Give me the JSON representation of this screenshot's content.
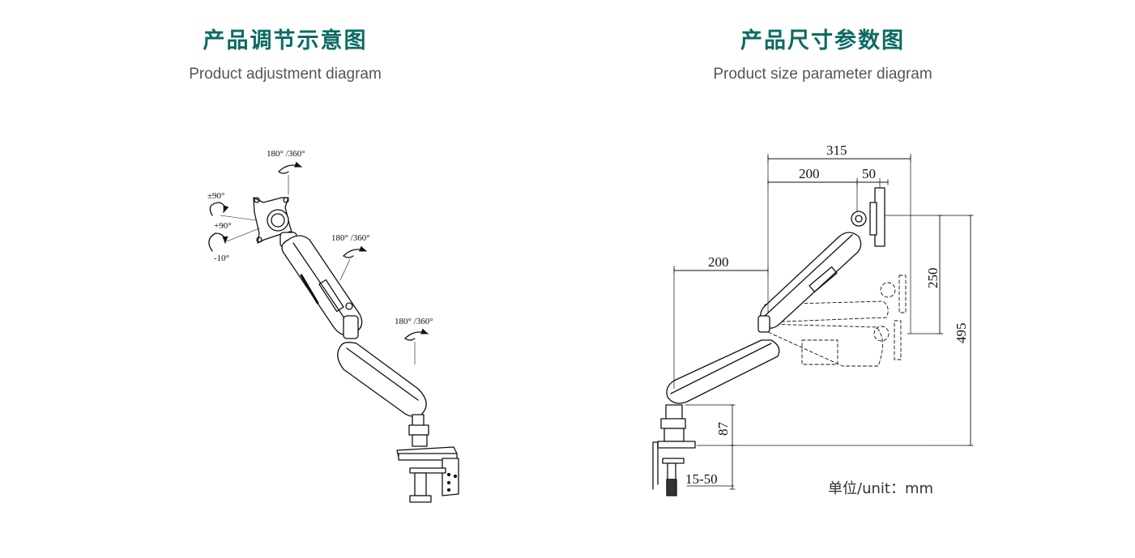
{
  "left": {
    "title": "产品调节示意图",
    "subtitle": "Product adjustment diagram",
    "labels": {
      "rot_top": "180° /360°",
      "tilt_pm90": "±90°",
      "tilt_p90": "+90°",
      "tilt_m10": "-10°",
      "rot_mid": "180° /360°",
      "rot_low": "180° /360°"
    }
  },
  "right": {
    "title": "产品尺寸参数图",
    "subtitle": "Product size parameter diagram",
    "dims": {
      "total_reach": "315",
      "upper_arm": "200",
      "head": "50",
      "lower_arm": "200",
      "height_adj": "250",
      "max_height": "495",
      "pole": "87",
      "clamp": "15-50"
    },
    "unit_label": "单位/unit：mm"
  }
}
